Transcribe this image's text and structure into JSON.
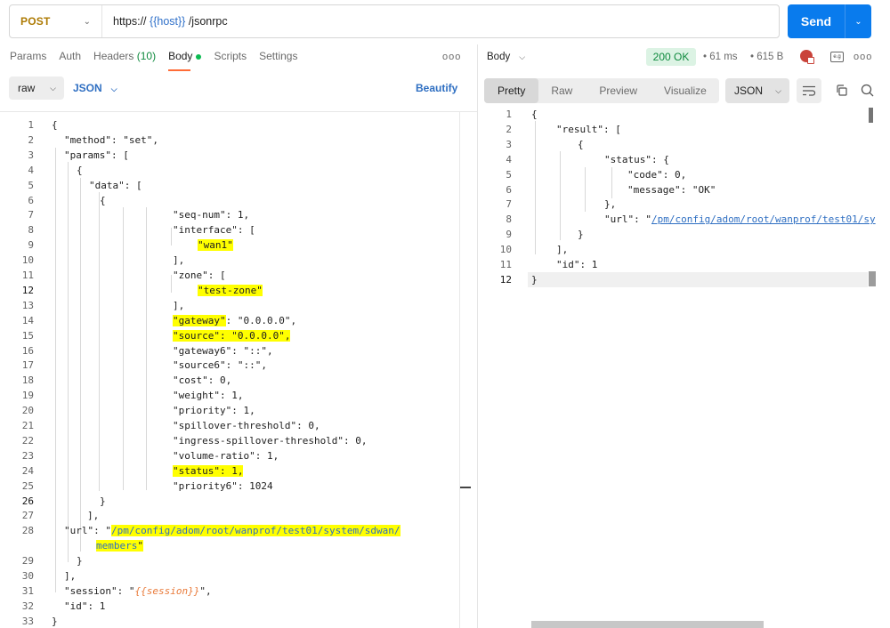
{
  "request": {
    "method": "POST",
    "url_prefix": "https://",
    "url_var": "{{host}}",
    "url_path": "/jsonrpc",
    "send_label": "Send"
  },
  "req_tabs": [
    {
      "label": "Params"
    },
    {
      "label": "Auth"
    },
    {
      "label": "Headers",
      "count": "(10)"
    },
    {
      "label": "Body"
    },
    {
      "label": "Scripts"
    },
    {
      "label": "Settings"
    }
  ],
  "body_type": "raw",
  "body_format": "JSON",
  "beautify_label": "Beautify",
  "more_label": "ooo",
  "request_lines": [
    {
      "n": "1",
      "t": "{"
    },
    {
      "n": "2",
      "t": "  \"method\": \"set\","
    },
    {
      "n": "3",
      "t": "  \"params\": ["
    },
    {
      "n": "4",
      "t": "    {"
    },
    {
      "n": "5",
      "t": "      \"data\": ["
    },
    {
      "n": "6",
      "t": "        {"
    },
    {
      "n": "7",
      "t": "\"seq-num\": 1,"
    },
    {
      "n": "8",
      "t": "\"interface\": ["
    },
    {
      "n": "9",
      "t": "\"wan1\""
    },
    {
      "n": "10",
      "t": "],"
    },
    {
      "n": "11",
      "t": "\"zone\": ["
    },
    {
      "n": "12",
      "t": "\"test-zone\""
    },
    {
      "n": "13",
      "t": "],"
    },
    {
      "n": "14",
      "t": "\"gateway\": \"0.0.0.0\","
    },
    {
      "n": "15",
      "t": "\"source\": \"0.0.0.0\","
    },
    {
      "n": "16",
      "t": "\"gateway6\": \"::\","
    },
    {
      "n": "17",
      "t": "\"source6\": \"::\","
    },
    {
      "n": "18",
      "t": "\"cost\": 0,"
    },
    {
      "n": "19",
      "t": "\"weight\": 1,"
    },
    {
      "n": "20",
      "t": "\"priority\": 1,"
    },
    {
      "n": "21",
      "t": "\"spillover-threshold\": 0,"
    },
    {
      "n": "22",
      "t": "\"ingress-spillover-threshold\": 0,"
    },
    {
      "n": "23",
      "t": "\"volume-ratio\": 1,"
    },
    {
      "n": "24",
      "t": "\"status\": 1,"
    },
    {
      "n": "25",
      "t": "\"priority6\": 1024"
    },
    {
      "n": "26",
      "t": "        }"
    },
    {
      "n": "27",
      "t": "      ],"
    },
    {
      "n": "28",
      "t": "      \"url\": \"/pm/config/adom/root/wanprof/test01/system/sdwan/"
    },
    {
      "n": "",
      "t": "members\""
    },
    {
      "n": "29",
      "t": "    }"
    },
    {
      "n": "30",
      "t": "  ],"
    },
    {
      "n": "31",
      "t": "  \"session\": \"{{session}}\","
    },
    {
      "n": "32",
      "t": "  \"id\": 1"
    },
    {
      "n": "33",
      "t": "}"
    }
  ],
  "response": {
    "body_label": "Body",
    "status": "200 OK",
    "time": "61 ms",
    "size": "615 B",
    "save_label": "e.g",
    "views": [
      "Pretty",
      "Raw",
      "Preview",
      "Visualize"
    ],
    "format": "JSON",
    "lines": [
      {
        "n": "1",
        "t": "{"
      },
      {
        "n": "2",
        "t": "    \"result\": ["
      },
      {
        "n": "3",
        "t": "        {"
      },
      {
        "n": "4",
        "t": "            \"status\": {"
      },
      {
        "n": "5",
        "t": "                \"code\": 0,"
      },
      {
        "n": "6",
        "t": "                \"message\": \"OK\""
      },
      {
        "n": "7",
        "t": "            },"
      },
      {
        "n": "8",
        "t": "            \"url\": \"/pm/config/adom/root/wanprof/test01/sy"
      },
      {
        "n": "9",
        "t": "        }"
      },
      {
        "n": "10",
        "t": "    ],"
      },
      {
        "n": "11",
        "t": "    \"id\": 1"
      },
      {
        "n": "12",
        "t": "}"
      }
    ]
  },
  "colors": {
    "accent": "#ff6c37",
    "send": "#097bed",
    "status_ok_bg": "#dcf3e4",
    "status_ok_text": "#0f8a3e",
    "highlight": "#ffff00"
  }
}
